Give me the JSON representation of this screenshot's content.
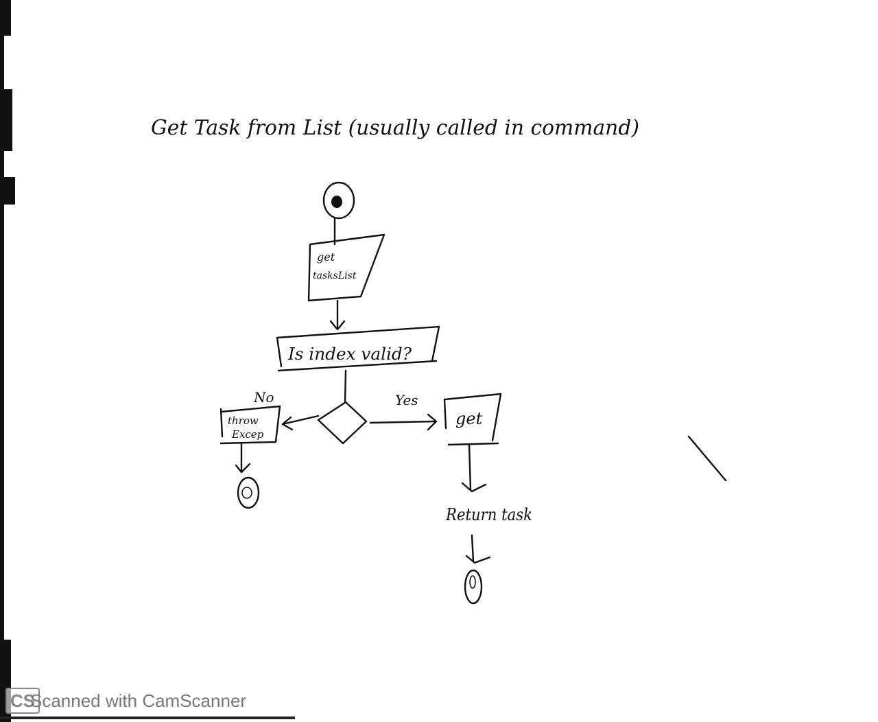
{
  "title": "Get Task from List (usually called in command)",
  "nodes": {
    "fetch": "get\ntasksList",
    "check": "Is index valid?",
    "throw": "throw\nExcep",
    "get": "get",
    "return": "Return task"
  },
  "edges": {
    "no": "No",
    "yes": "Yes"
  },
  "watermark": {
    "logo": "CS",
    "text": "Scanned with CamScanner"
  }
}
